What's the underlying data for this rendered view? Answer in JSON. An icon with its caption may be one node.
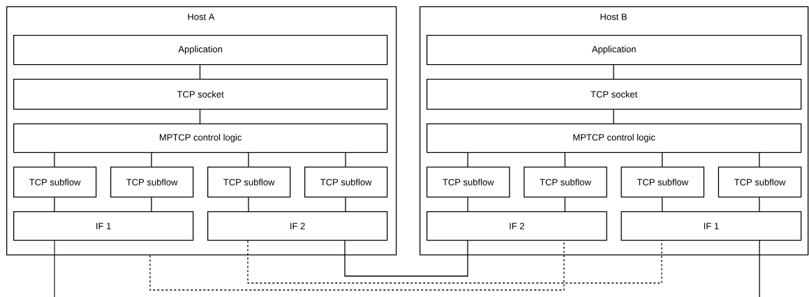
{
  "diagram": {
    "nodes": [
      {
        "text": [
          "Host A"
        ]
      },
      {
        "text": [
          "Application"
        ],
        "in": 0
      },
      {
        "text": [
          "TCP socket"
        ],
        "in": 0
      },
      {
        "text": [
          "MPTCP control logic"
        ],
        "in": 0
      },
      {
        "text": [
          "TCP subflow"
        ],
        "in": 0
      },
      {
        "text": [
          "TCP subflow"
        ],
        "in": 0
      },
      {
        "text": [
          "TCP subflow"
        ],
        "in": 0
      },
      {
        "text": [
          "TCP subflow"
        ],
        "in": 0
      },
      {
        "text": [
          "IF 1"
        ],
        "in": 0
      },
      {
        "text": [
          "IF 2"
        ],
        "in": 0
      },
      {
        "text": [
          "Host B"
        ]
      },
      {
        "text": [
          "Application"
        ],
        "in": 10
      },
      {
        "text": [
          "TCP socket"
        ],
        "in": 10
      },
      {
        "text": [
          "MPTCP control logic"
        ],
        "in": 10
      },
      {
        "text": [
          "TCP subflow"
        ],
        "in": 10
      },
      {
        "text": [
          "TCP subflow"
        ],
        "in": 10
      },
      {
        "text": [
          "TCP subflow"
        ],
        "in": 10
      },
      {
        "text": [
          "TCP subflow"
        ],
        "in": 10
      },
      {
        "text": [
          "IF 2"
        ],
        "in": 10
      },
      {
        "text": [
          "IF 1"
        ],
        "in": 10
      }
    ],
    "edges": [
      {
        "from": 1,
        "to": 2,
        "arrow": "none"
      },
      {
        "from": 2,
        "to": 3,
        "arrow": "none"
      },
      {
        "from": 3,
        "to": 4,
        "arrow": "none"
      },
      {
        "from": 3,
        "to": 5,
        "arrow": "none"
      },
      {
        "from": 3,
        "to": 6,
        "arrow": "none"
      },
      {
        "from": 3,
        "to": 7,
        "arrow": "none"
      },
      {
        "from": 4,
        "to": 8,
        "arrow": "none"
      },
      {
        "from": 5,
        "to": 8,
        "arrow": "none"
      },
      {
        "from": 6,
        "to": 9,
        "arrow": "none"
      },
      {
        "from": 7,
        "to": 9,
        "arrow": "none"
      },
      {
        "from": 11,
        "to": 12,
        "arrow": "none"
      },
      {
        "from": 12,
        "to": 13,
        "arrow": "none"
      },
      {
        "from": 13,
        "to": 14,
        "arrow": "none"
      },
      {
        "from": 13,
        "to": 15,
        "arrow": "none"
      },
      {
        "from": 13,
        "to": 16,
        "arrow": "none"
      },
      {
        "from": 13,
        "to": 17,
        "arrow": "none"
      },
      {
        "from": 14,
        "to": 18,
        "arrow": "none"
      },
      {
        "from": 15,
        "to": 18,
        "arrow": "none"
      },
      {
        "from": 16,
        "to": 19,
        "arrow": "none"
      },
      {
        "from": 17,
        "to": 19,
        "arrow": "none"
      },
      {
        "from": 8,
        "to": null,
        "arrow": "none"
      },
      {
        "from": 0,
        "to": 18,
        "arrow": "none",
        "style": "dashed"
      },
      {
        "from": 9,
        "to": 19,
        "arrow": "none",
        "style": "dashed"
      },
      {
        "from": 9,
        "to": 18,
        "arrow": "none"
      },
      {
        "from": 19,
        "to": null,
        "arrow": "none"
      }
    ]
  }
}
